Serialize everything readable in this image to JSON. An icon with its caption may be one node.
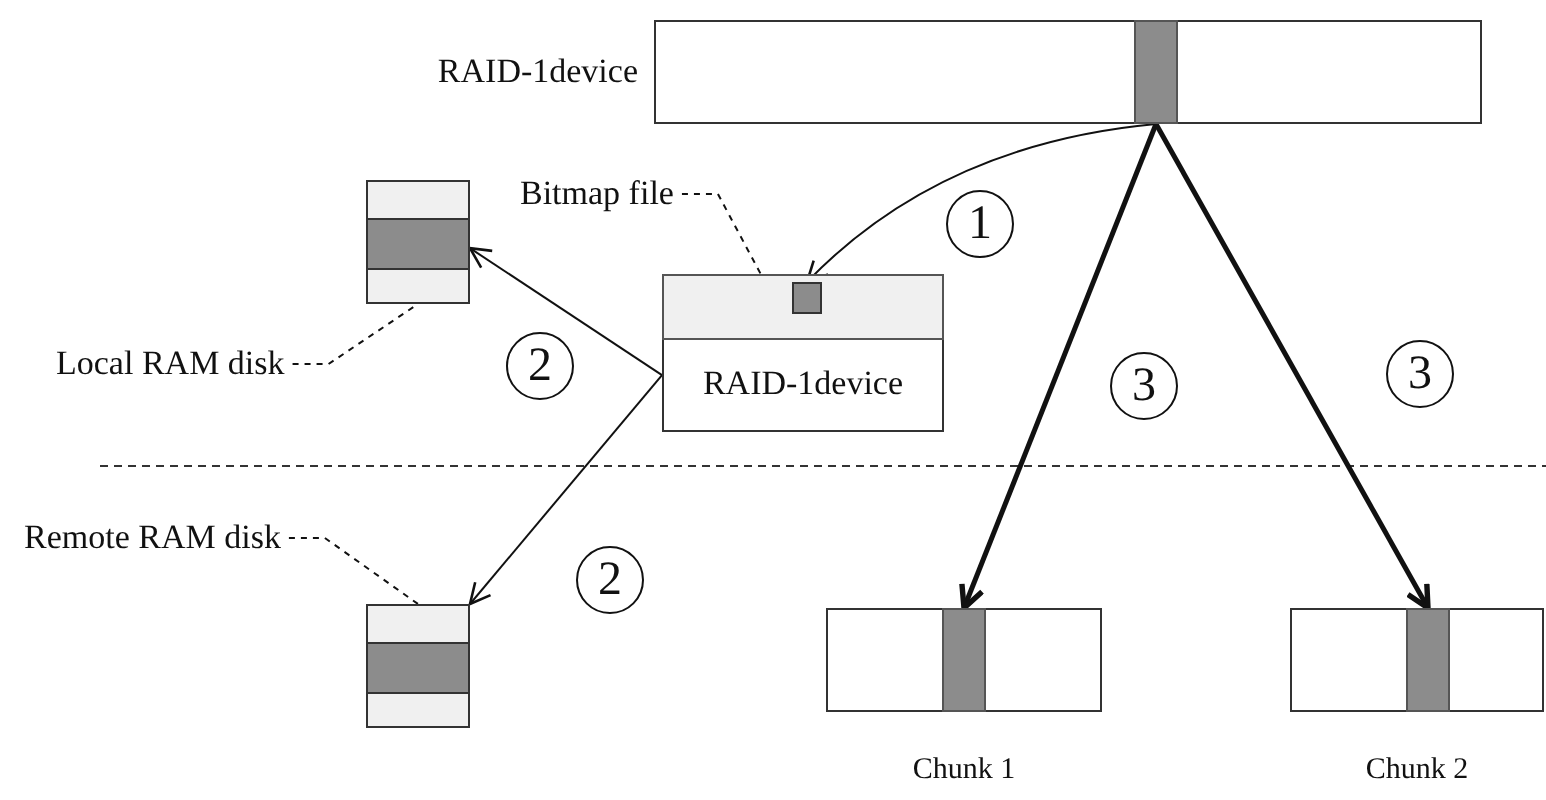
{
  "diagram": {
    "nodes": [
      {
        "text": [
          "RAID-1device"
        ]
      },
      {
        "text": [],
        "shape": "bar",
        "in": 0
      },
      {
        "text": [
          "Bitmap file"
        ]
      },
      {
        "text": [],
        "shape": "box"
      },
      {
        "text": [
          "RAID-1device"
        ]
      },
      {
        "text": [],
        "shape": "bar",
        "in": 4
      },
      {
        "text": [],
        "shape": "box",
        "in": 5
      },
      {
        "text": [
          "Local RAM disk"
        ]
      },
      {
        "text": [
          "Remote RAM disk"
        ]
      },
      {
        "text": [],
        "shape": "box"
      },
      {
        "text": [],
        "shape": "box",
        "beside": [
          "Chunk 1"
        ]
      },
      {
        "text": [],
        "shape": "bar",
        "in": 10
      },
      {
        "text": [],
        "shape": "box",
        "beside": [
          "Chunk 2"
        ]
      },
      {
        "text": [],
        "shape": "bar",
        "in": 12
      }
    ],
    "edges": [
      {
        "from": 1,
        "to": 6,
        "arrow": "to"
      },
      {
        "from": 4,
        "to": 3,
        "arrow": "to"
      },
      {
        "from": 4,
        "to": 9,
        "arrow": "to"
      },
      {
        "from": 1,
        "to": 11,
        "arrow": "to",
        "style": "thick"
      },
      {
        "from": 1,
        "to": 13,
        "arrow": "to",
        "style": "thick"
      },
      {
        "from": 7,
        "to": 3,
        "arrow": "none",
        "style": "dashed"
      },
      {
        "from": 2,
        "to": 5,
        "arrow": "none",
        "style": "dashed"
      },
      {
        "from": 8,
        "to": 9,
        "arrow": "none",
        "style": "dashed"
      }
    ],
    "labels": [
      "1",
      "2",
      "3",
      "3",
      "2"
    ]
  }
}
